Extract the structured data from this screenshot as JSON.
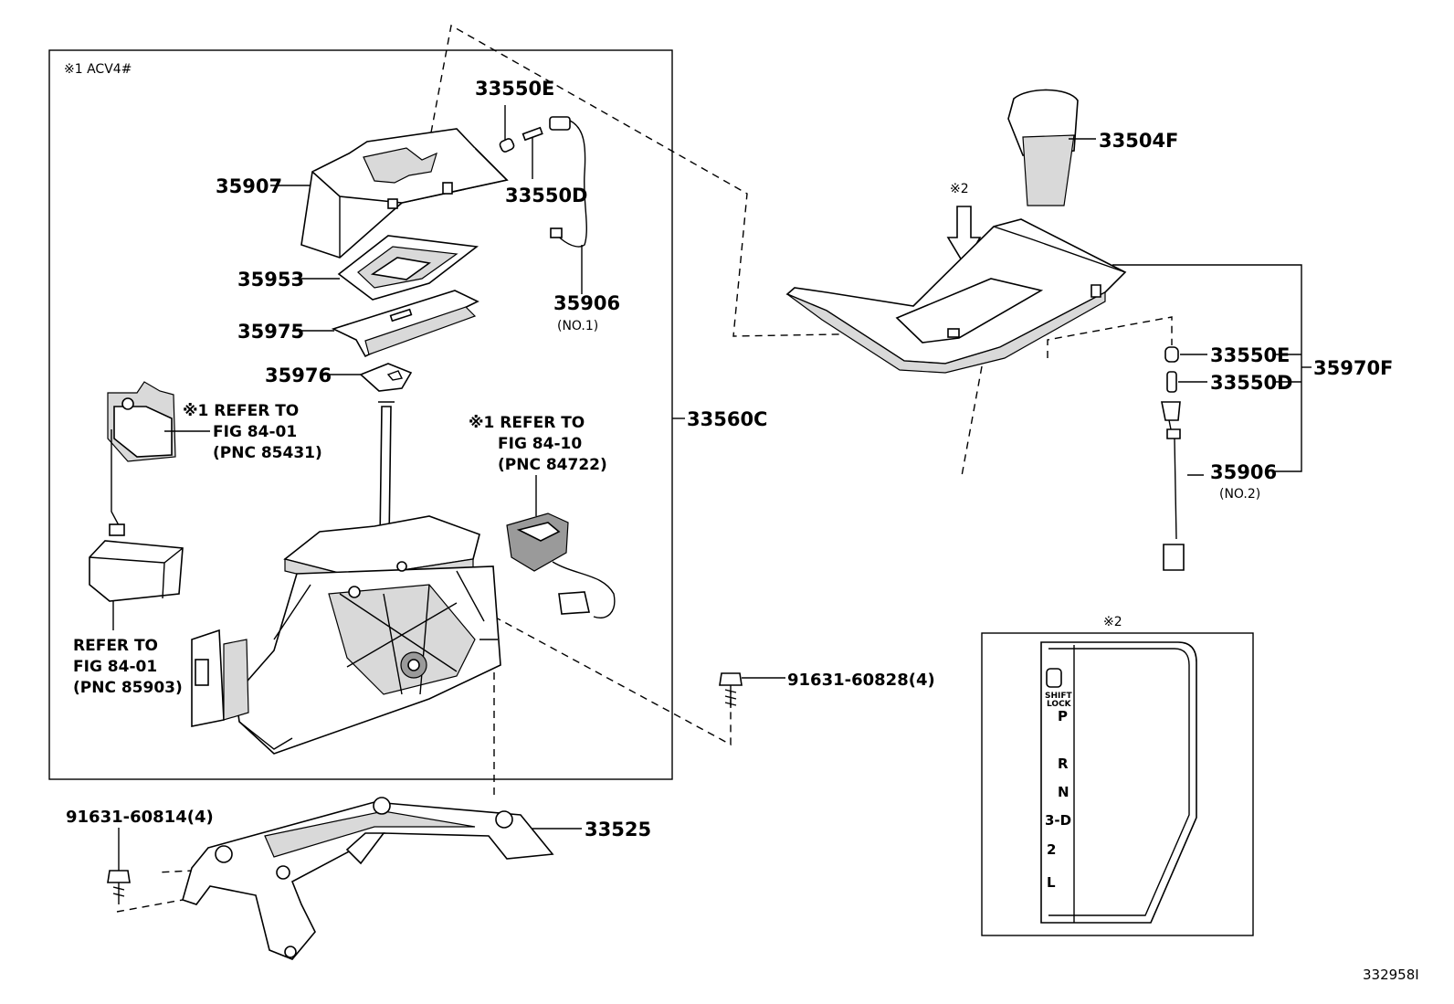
{
  "labels": {
    "acv": "※1 ACV4#",
    "p33550E_left": "33550E",
    "p33550D_left": "33550D",
    "p35907": "35907",
    "p35953": "35953",
    "p35975": "35975",
    "p35976": "35976",
    "p35906_left": "35906",
    "p35906_left_sub": "(NO.1)",
    "p33560C": "33560C",
    "p33504F": "33504F",
    "mark2_top": "※2",
    "p33550E_right": "33550E",
    "p33550D_right": "33550D",
    "p35970F": "35970F",
    "p35906_right": "35906",
    "p35906_right_sub": "(NO.2)",
    "p91631_60828": "91631-60828(4)",
    "p91631_60814": "91631-60814(4)",
    "p33525": "33525",
    "mark2_box": "※2",
    "fig_id": "332958I"
  },
  "refs": {
    "ref1": [
      "※1 REFER TO",
      "FIG 84-01",
      "(PNC 85431)"
    ],
    "ref2": [
      "※1 REFER TO",
      "FIG 84-10",
      "(PNC 84722)"
    ],
    "ref3": [
      "REFER TO",
      "FIG 84-01",
      "(PNC 85903)"
    ]
  },
  "gate": {
    "shift_lock": [
      "SHIFT",
      "LOCK"
    ],
    "positions": [
      "P",
      "R",
      "N",
      "3-D",
      "2",
      "L"
    ]
  }
}
